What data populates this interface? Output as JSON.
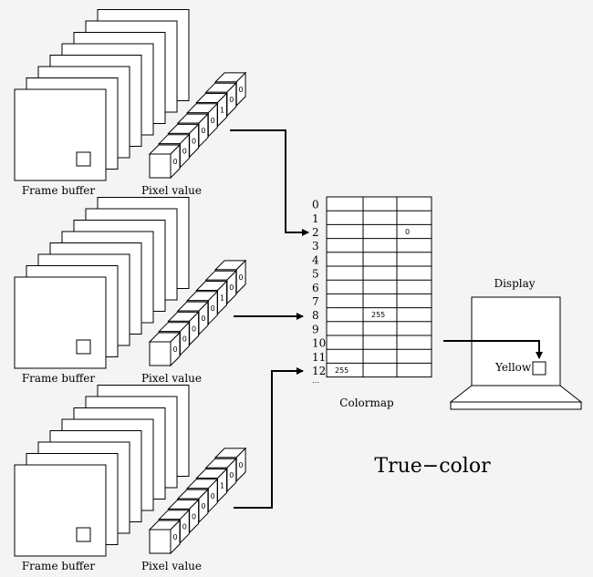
{
  "labels": {
    "frame_buffer": "Frame buffer",
    "pixel_value": "Pixel value",
    "colormap": "Colormap",
    "display": "Display",
    "yellow": "Yellow",
    "title": "True−color",
    "ellipsis": "⋯"
  },
  "pixel_bits": [
    "0",
    "0",
    "0",
    "0",
    "0",
    "1",
    "0",
    "0"
  ],
  "colormap": {
    "indices": [
      "0",
      "1",
      "2",
      "3",
      "4",
      "5",
      "6",
      "7",
      "8",
      "9",
      "10",
      "11",
      "12"
    ],
    "entries": [
      {
        "row": 2,
        "col": 2,
        "value": "0"
      },
      {
        "row": 8,
        "col": 1,
        "value": "255"
      },
      {
        "row": 12,
        "col": 0,
        "value": "255"
      }
    ]
  }
}
